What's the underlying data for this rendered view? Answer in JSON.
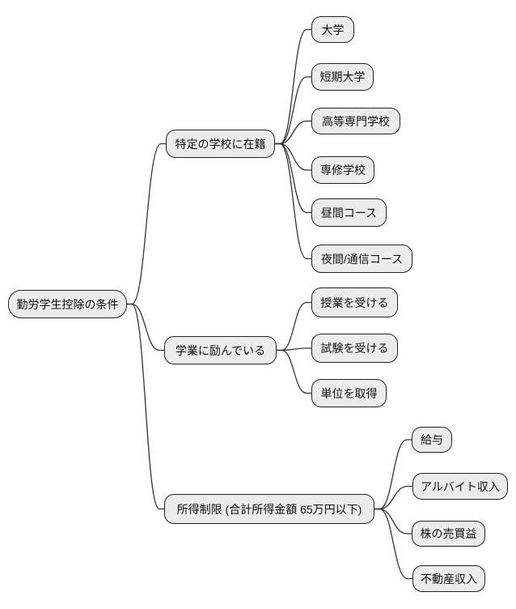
{
  "diagram": {
    "type": "mindmap",
    "colors": {
      "background": "#ffffff",
      "node_fill": "#ececec",
      "node_border": "#222222",
      "edge": "#333333",
      "text": "#111111"
    },
    "root": {
      "label": "勤労学生控除の条件"
    },
    "branches": [
      {
        "label": "特定の学校に在籍",
        "children": [
          "大学",
          "短期大学",
          "高等専門学校",
          "専修学校",
          "昼間コース",
          "夜間/通信コース"
        ]
      },
      {
        "label": "学業に励んでいる",
        "children": [
          "授業を受ける",
          "試験を受ける",
          "単位を取得"
        ]
      },
      {
        "label": "所得制限 (合計所得金額 65万円以下)",
        "children": [
          "給与",
          "アルバイト収入",
          "株の売買益",
          "不動産収入"
        ]
      }
    ]
  }
}
